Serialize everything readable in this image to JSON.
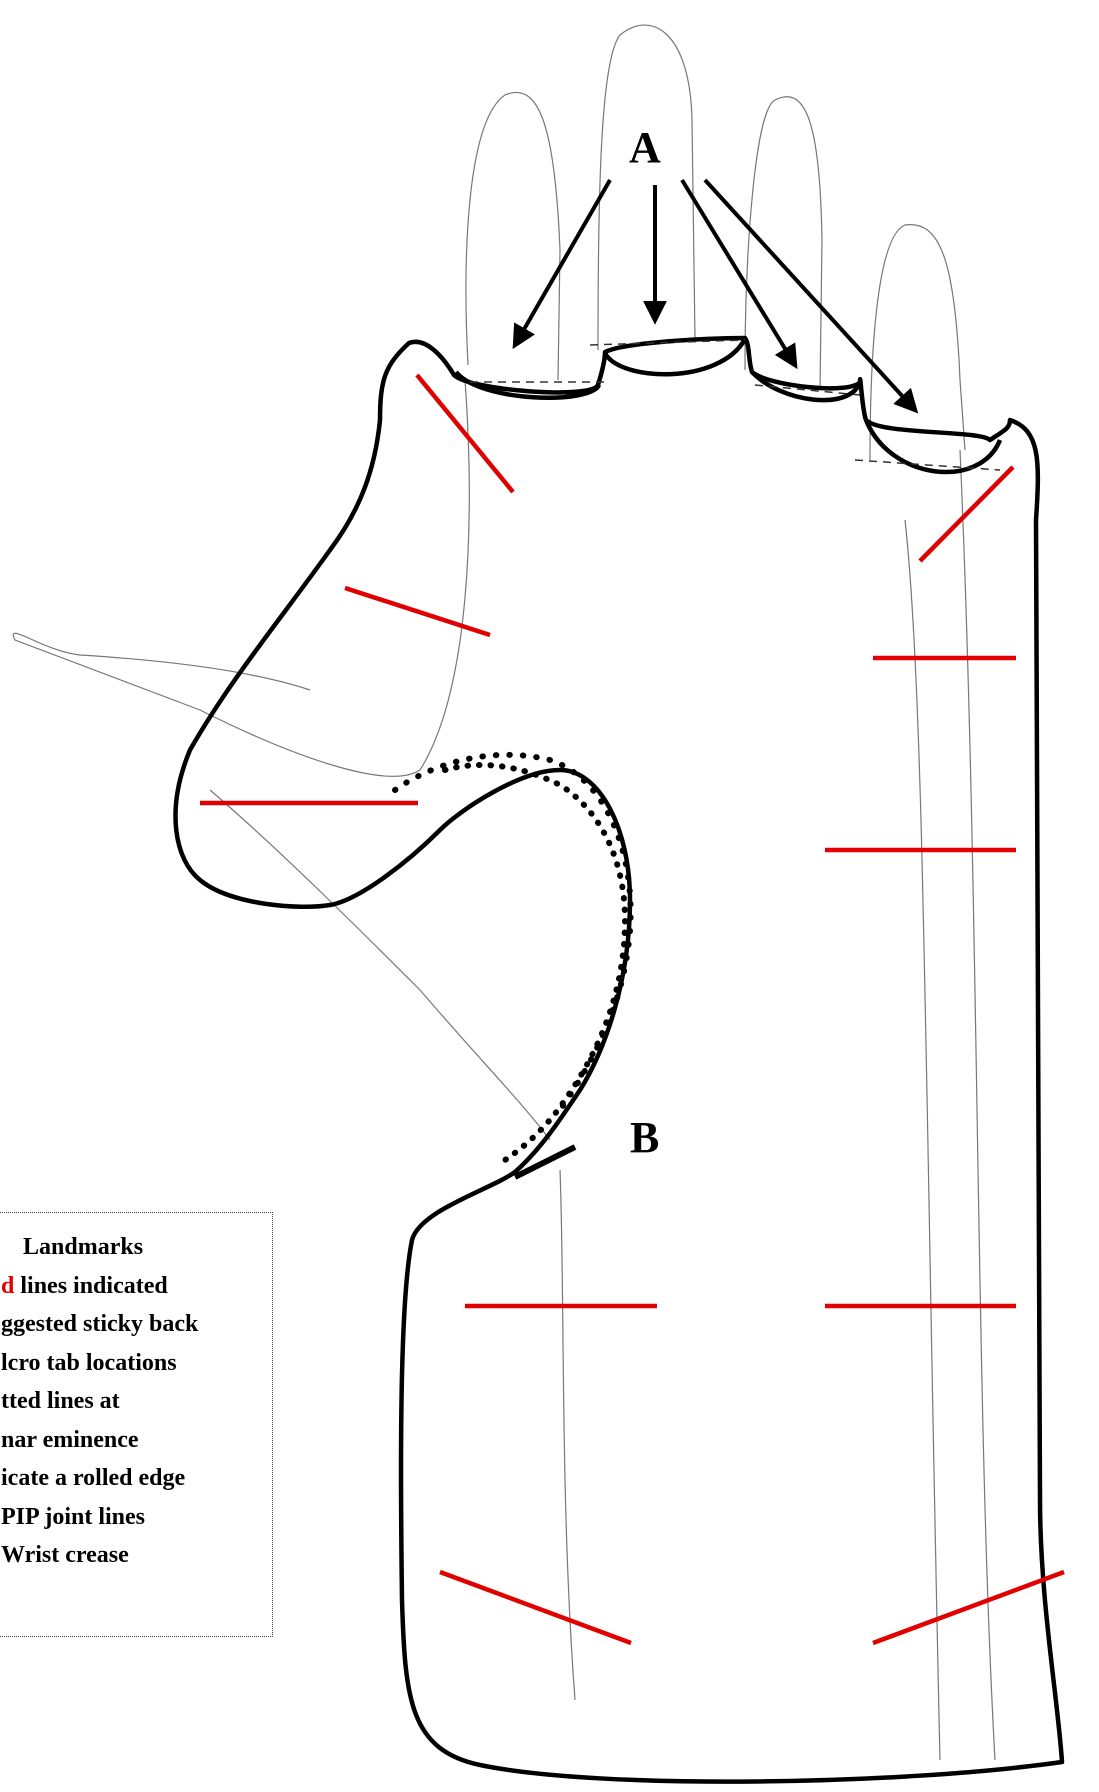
{
  "labels": {
    "A": "A",
    "B": "B"
  },
  "legend": {
    "title": "Landmarks",
    "line1_red": "d",
    "line1_rest": " lines indicated",
    "line2": "ggested sticky back",
    "line3": "lcro tab locations",
    "line4": "tted lines at",
    "line5": "nar eminence",
    "line6": "icate a rolled edge",
    "line7": "PIP joint lines",
    "line8": "Wrist crease"
  },
  "colors": {
    "outline": "#000000",
    "sketch": "#555555",
    "velcro": "#e00000"
  }
}
